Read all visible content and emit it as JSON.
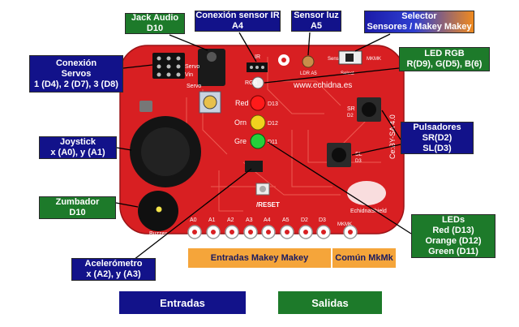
{
  "labels": {
    "jack_audio": {
      "line1": "Jack Audio",
      "line2": "D10"
    },
    "ir": {
      "line1": "Conexión sensor IR",
      "line2": "A4"
    },
    "luz": {
      "line1": "Sensor luz",
      "line2": "A5"
    },
    "selector": {
      "line1": "Selector",
      "line2": "Sensores / Makey Makey"
    },
    "servos": {
      "line1": "Conexión",
      "line2": "Servos",
      "line3": "1 (D4), 2 (D7), 3 (D8)"
    },
    "led_rgb": {
      "line1": "LED RGB",
      "line2": "R(D9), G(D5), B(6)"
    },
    "pulsadores": {
      "line1": "Pulsadores",
      "line2": "SR(D2)",
      "line3": "SL(D3)"
    },
    "joystick": {
      "line1": "Joystick",
      "line2": "x (A0), y (A1)"
    },
    "zumbador": {
      "line1": "Zumbador",
      "line2": "D10"
    },
    "leds": {
      "line1": "LEDs",
      "line2": "Red (D13)",
      "line3": "Orange (D12)",
      "line4": "Green (D11)"
    },
    "acelerometro": {
      "line1": "Acelerómetro",
      "line2": "x (A2), y (A3)"
    },
    "entradas_makey": "Entradas Makey Makey",
    "comun_mkmk": "Común MkMk",
    "entradas": "Entradas",
    "salidas": "Salidas"
  },
  "board": {
    "url": "www.echidna.es",
    "model": "Ce:BY-SA 4.0",
    "reset": "/RESET",
    "logo": "EchidnaShield",
    "led_labels": [
      "Red",
      "Orn",
      "Gre"
    ],
    "led_pins": [
      "D13",
      "D12",
      "D11"
    ],
    "rgb_label": "RGB",
    "ir_label": "IR",
    "ldr_label": "LDR A5",
    "buzzer_label": "Buzzer",
    "buttons": [
      "SR",
      "SL"
    ],
    "button_pins": [
      "D2",
      "D3"
    ],
    "pins": [
      "A0",
      "A1",
      "A2",
      "A3",
      "A4",
      "A5",
      "D2",
      "D3",
      "MKMK"
    ],
    "side_labels": [
      "Servo",
      "Vin",
      "Servo"
    ],
    "select_label": "Select",
    "sens_label": "Sens",
    "mkmk_label": "MKMK"
  },
  "colors": {
    "board": "#d81f22",
    "label_blue": "#12128a",
    "label_green": "#1d7a2a",
    "label_orange": "#f5a53a"
  }
}
